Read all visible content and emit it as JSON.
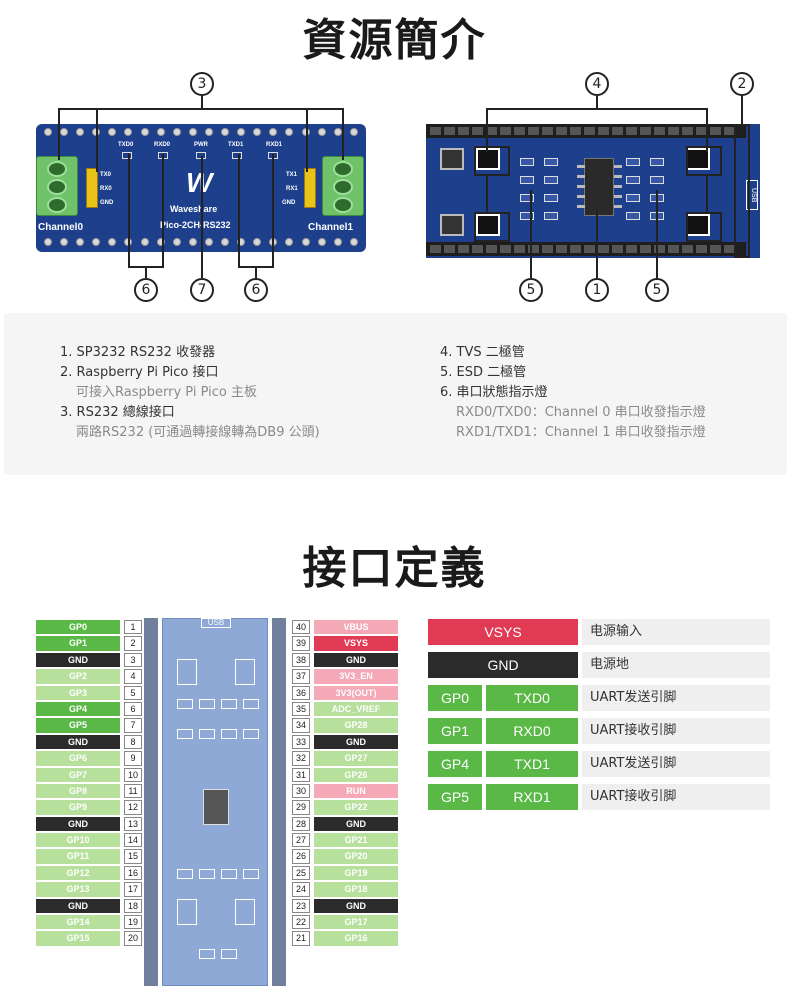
{
  "titles": {
    "resources": "資源簡介",
    "interface": "接口定義"
  },
  "callouts": {
    "c1": "1",
    "c2": "2",
    "c3": "3",
    "c4": "4",
    "c5a": "5",
    "c5b": "5",
    "c6a": "6",
    "c6b": "6",
    "c7": "7"
  },
  "front_board": {
    "silk": {
      "txd0": "TXD0",
      "rxd0": "RXD0",
      "pwr": "PWR",
      "txd1": "TXD1",
      "rxd1": "RXD1",
      "tx0": "TX0",
      "rx0": "RX0",
      "gnd_l": "GND",
      "tx1": "TX1",
      "rx1": "RX1",
      "gnd_r": "GND"
    },
    "channel0": "Channel0",
    "channel1": "Channel1",
    "brand": "Waveshare",
    "model": "Pico-2CH-RS232",
    "logo": "W"
  },
  "back_board": {
    "usb": "USB"
  },
  "description": {
    "left": [
      {
        "main": "1. SP3232 RS232 收發器"
      },
      {
        "main": "2. Raspberry Pi Pico 接口",
        "sub": "可接入Raspberry Pi Pico 主板"
      },
      {
        "main": "3. RS232 總線接口",
        "sub": "兩路RS232 (可通過轉接線轉為DB9 公頭)"
      }
    ],
    "right": [
      {
        "main": "4. TVS 二極管"
      },
      {
        "main": "5. ESD 二極管"
      },
      {
        "main": "6. 串口狀態指示燈",
        "sub1": "RXD0/TXD0：Channel 0 串口收發指示燈",
        "sub2": "RXD1/TXD1：Channel 1 串口收發指示燈"
      }
    ]
  },
  "pinout": {
    "usb_label": "USB",
    "left": [
      {
        "label": "GP0",
        "num": "1",
        "type": "gp"
      },
      {
        "label": "GP1",
        "num": "2",
        "type": "gp"
      },
      {
        "label": "GND",
        "num": "3",
        "type": "gnd"
      },
      {
        "label": "GP2",
        "num": "4",
        "type": "gp-l"
      },
      {
        "label": "GP3",
        "num": "5",
        "type": "gp-l"
      },
      {
        "label": "GP4",
        "num": "6",
        "type": "gp"
      },
      {
        "label": "GP5",
        "num": "7",
        "type": "gp"
      },
      {
        "label": "GND",
        "num": "8",
        "type": "gnd"
      },
      {
        "label": "GP6",
        "num": "9",
        "type": "gp-l"
      },
      {
        "label": "GP7",
        "num": "10",
        "type": "gp-l"
      },
      {
        "label": "GP8",
        "num": "11",
        "type": "gp-l"
      },
      {
        "label": "GP9",
        "num": "12",
        "type": "gp-l"
      },
      {
        "label": "GND",
        "num": "13",
        "type": "gnd"
      },
      {
        "label": "GP10",
        "num": "14",
        "type": "gp-l"
      },
      {
        "label": "GP11",
        "num": "15",
        "type": "gp-l"
      },
      {
        "label": "GP12",
        "num": "16",
        "type": "gp-l"
      },
      {
        "label": "GP13",
        "num": "17",
        "type": "gp-l"
      },
      {
        "label": "GND",
        "num": "18",
        "type": "gnd"
      },
      {
        "label": "GP14",
        "num": "19",
        "type": "gp-l"
      },
      {
        "label": "GP15",
        "num": "20",
        "type": "gp-l"
      }
    ],
    "right": [
      {
        "label": "VBUS",
        "num": "40",
        "type": "pwr-l"
      },
      {
        "label": "VSYS",
        "num": "39",
        "type": "pwr"
      },
      {
        "label": "GND",
        "num": "38",
        "type": "gnd"
      },
      {
        "label": "3V3_EN",
        "num": "37",
        "type": "pwr-l"
      },
      {
        "label": "3V3(OUT)",
        "num": "36",
        "type": "pwr-l"
      },
      {
        "label": "ADC_VREF",
        "num": "35",
        "type": "gp-l"
      },
      {
        "label": "GP28",
        "num": "34",
        "type": "gp-l"
      },
      {
        "label": "GND",
        "num": "33",
        "type": "gnd"
      },
      {
        "label": "GP27",
        "num": "32",
        "type": "gp-l"
      },
      {
        "label": "GP26",
        "num": "31",
        "type": "gp-l"
      },
      {
        "label": "RUN",
        "num": "30",
        "type": "pwr-l"
      },
      {
        "label": "GP22",
        "num": "29",
        "type": "gp-l"
      },
      {
        "label": "GND",
        "num": "28",
        "type": "gnd"
      },
      {
        "label": "GP21",
        "num": "27",
        "type": "gp-l"
      },
      {
        "label": "GP20",
        "num": "26",
        "type": "gp-l"
      },
      {
        "label": "GP19",
        "num": "25",
        "type": "gp-l"
      },
      {
        "label": "GP18",
        "num": "24",
        "type": "gp-l"
      },
      {
        "label": "GND",
        "num": "23",
        "type": "gnd"
      },
      {
        "label": "GP17",
        "num": "22",
        "type": "gp-l"
      },
      {
        "label": "GP16",
        "num": "21",
        "type": "gp-l"
      }
    ]
  },
  "pin_table": [
    {
      "label": "VSYS",
      "desc": "电源输入",
      "color": "#e03a55"
    },
    {
      "label": "GND",
      "desc": "电源地",
      "color": "#2b2b2b"
    },
    {
      "gp": "GP0",
      "sig": "TXD0",
      "desc": "UART发送引脚",
      "color": "#5ab847"
    },
    {
      "gp": "GP1",
      "sig": "RXD0",
      "desc": "UART接收引脚",
      "color": "#5ab847"
    },
    {
      "gp": "GP4",
      "sig": "TXD1",
      "desc": "UART发送引脚",
      "color": "#5ab847"
    },
    {
      "gp": "GP5",
      "sig": "RXD1",
      "desc": "UART接收引脚",
      "color": "#5ab847"
    }
  ]
}
